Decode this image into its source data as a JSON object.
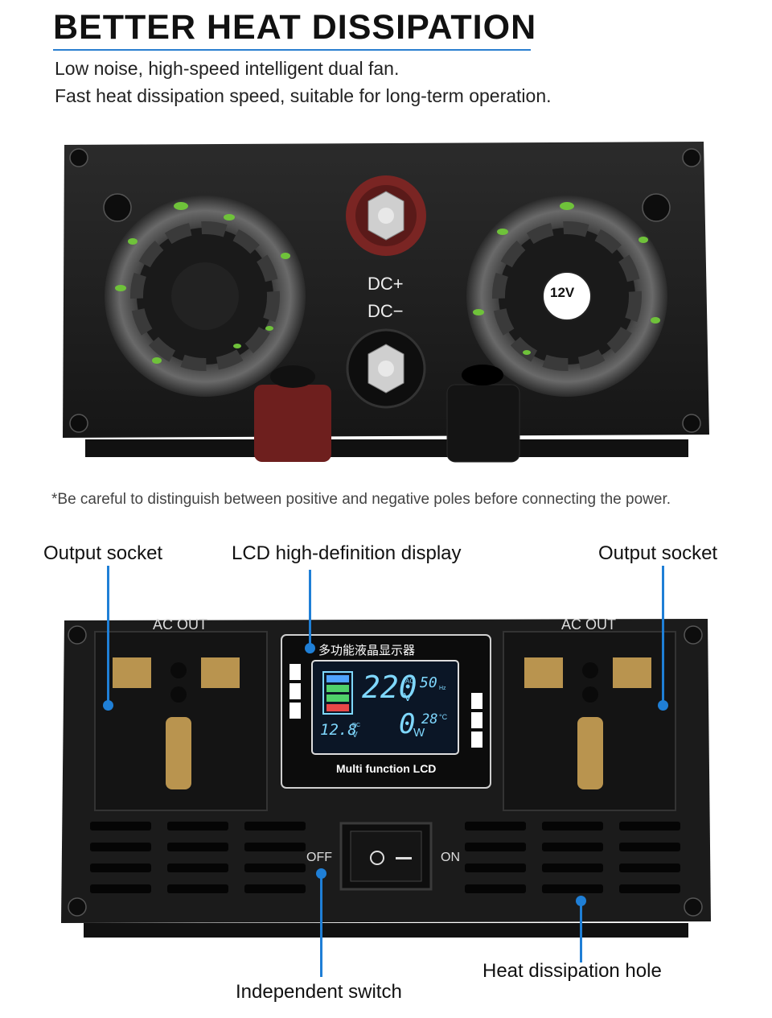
{
  "header": {
    "title": "BETTER HEAT DISSIPATION",
    "line1": "Low noise, high-speed intelligent dual fan.",
    "line2": "Fast heat dissipation speed, suitable for long-term operation."
  },
  "top_panel": {
    "dc_plus": "DC+",
    "dc_minus": "DC−",
    "voltage_badge": "12V"
  },
  "note": "*Be careful to distinguish between positive and negative poles before connecting the power.",
  "callouts": {
    "output_socket_left": "Output socket",
    "lcd_display": "LCD high-definition display",
    "output_socket_right": "Output socket",
    "independent_switch": "Independent switch",
    "heat_hole": "Heat dissipation hole"
  },
  "front_panel": {
    "ac_out_left": "AC OUT",
    "ac_out_right": "AC OUT",
    "lcd_header": "多功能液晶显示器",
    "lcd_footer": "Multi function LCD",
    "lcd_voltage": "220",
    "lcd_voltage_unit": "V",
    "lcd_ac": "AC",
    "lcd_freq": "50",
    "lcd_hz": "Hz",
    "lcd_battery": "12.8",
    "lcd_dc": "DC",
    "lcd_battery_unit": "V",
    "lcd_power": "0",
    "lcd_power_unit": "W",
    "lcd_temp": "28",
    "lcd_temp_unit": "°C",
    "switch_off": "OFF",
    "switch_on": "ON"
  },
  "colors": {
    "accent": "#1f7fd6",
    "panel": "#1c1c1c",
    "red_terminal": "#7a2523",
    "lcd_text": "#7fd8ff"
  }
}
